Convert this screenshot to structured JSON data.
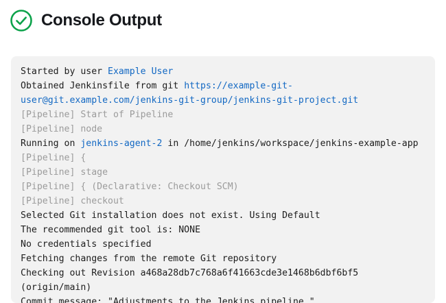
{
  "header": {
    "title": "Console Output",
    "status_icon": "check-circle-icon",
    "status_color": "#0ca24a"
  },
  "theme": {
    "panel_background": "#f2f2f2",
    "text_color": "#1c1c1c",
    "muted_color": "#9b9b9b",
    "link_color": "#1268c3"
  },
  "console": {
    "lines": [
      {
        "muted": false,
        "segments": [
          {
            "type": "text",
            "value": "Started by user "
          },
          {
            "type": "link",
            "value": "Example User"
          }
        ]
      },
      {
        "muted": false,
        "segments": [
          {
            "type": "text",
            "value": "Obtained Jenkinsfile from git "
          },
          {
            "type": "link",
            "value": "https://example-git-user@git.example.com/jenkins-git-group/jenkins-git-project.git"
          }
        ]
      },
      {
        "muted": true,
        "segments": [
          {
            "type": "text",
            "value": "[Pipeline] Start of Pipeline"
          }
        ]
      },
      {
        "muted": true,
        "segments": [
          {
            "type": "text",
            "value": "[Pipeline] node"
          }
        ]
      },
      {
        "muted": false,
        "segments": [
          {
            "type": "text",
            "value": "Running on "
          },
          {
            "type": "link",
            "value": "jenkins-agent-2"
          },
          {
            "type": "text",
            "value": " in /home/jenkins/workspace/jenkins-example-app"
          }
        ]
      },
      {
        "muted": true,
        "segments": [
          {
            "type": "text",
            "value": "[Pipeline] {"
          }
        ]
      },
      {
        "muted": true,
        "segments": [
          {
            "type": "text",
            "value": "[Pipeline] stage"
          }
        ]
      },
      {
        "muted": true,
        "segments": [
          {
            "type": "text",
            "value": "[Pipeline] { (Declarative: Checkout SCM)"
          }
        ]
      },
      {
        "muted": true,
        "segments": [
          {
            "type": "text",
            "value": "[Pipeline] checkout"
          }
        ]
      },
      {
        "muted": false,
        "segments": [
          {
            "type": "text",
            "value": "Selected Git installation does not exist. Using Default"
          }
        ]
      },
      {
        "muted": false,
        "segments": [
          {
            "type": "text",
            "value": "The recommended git tool is: NONE"
          }
        ]
      },
      {
        "muted": false,
        "segments": [
          {
            "type": "text",
            "value": "No credentials specified"
          }
        ]
      },
      {
        "muted": false,
        "segments": [
          {
            "type": "text",
            "value": "Fetching changes from the remote Git repository"
          }
        ]
      },
      {
        "muted": false,
        "segments": [
          {
            "type": "text",
            "value": "Checking out Revision a468a28db7c768a6f41663cde3e1468b6dbf6bf5 (origin/main)"
          }
        ]
      },
      {
        "muted": false,
        "segments": [
          {
            "type": "text",
            "value": "Commit message: \"Adjustments to the Jenkins pipeline.\""
          }
        ]
      }
    ]
  }
}
